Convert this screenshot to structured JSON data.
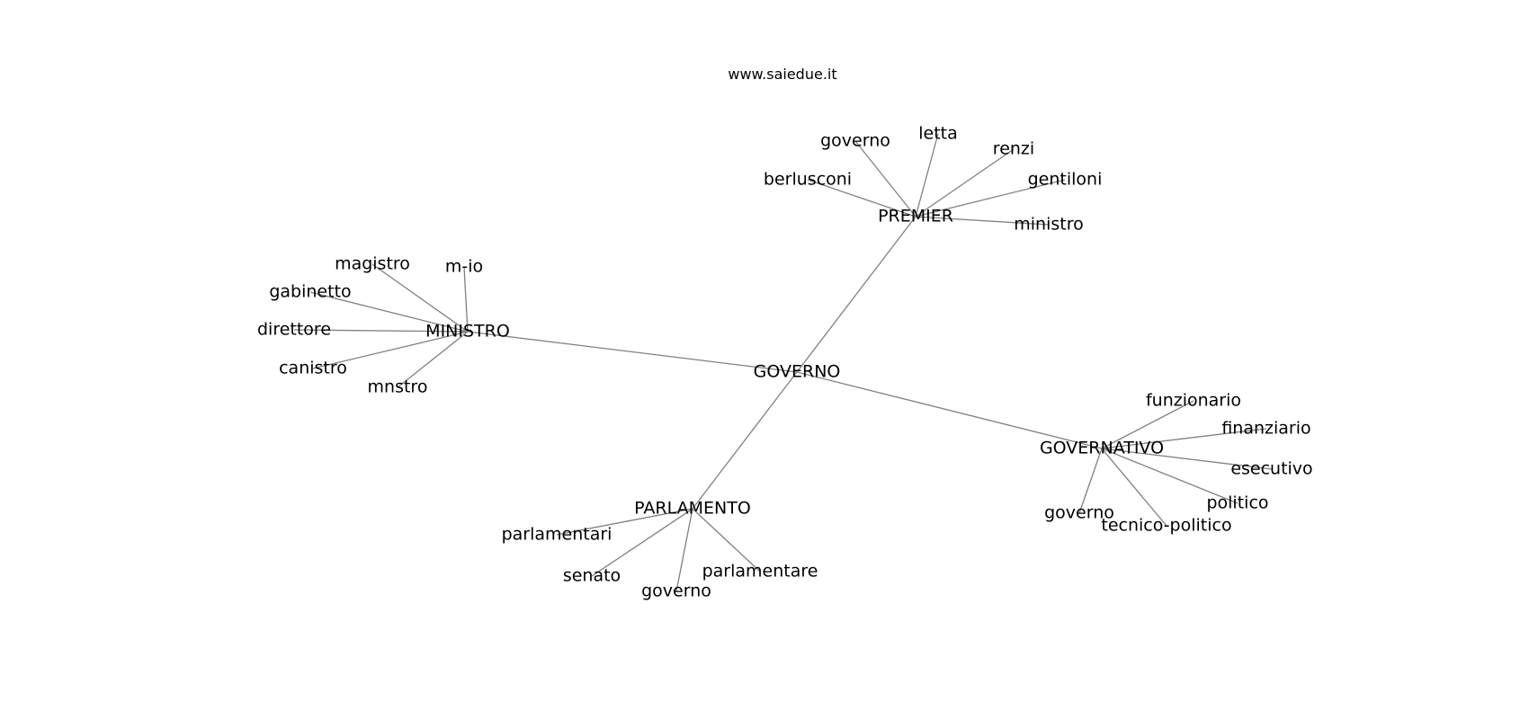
{
  "site": "www.saiedue.it",
  "colors": {
    "edge": "#808080",
    "text": "#000000",
    "background": "#ffffff"
  },
  "graph": {
    "root": {
      "id": "governo_root",
      "label": "GOVERNO"
    },
    "hubs": [
      {
        "id": "premier",
        "label": "PREMIER",
        "leaves": [
          {
            "id": "p_governo",
            "label": "governo"
          },
          {
            "id": "p_letta",
            "label": "letta"
          },
          {
            "id": "p_renzi",
            "label": "renzi"
          },
          {
            "id": "p_berlusconi",
            "label": "berlusconi"
          },
          {
            "id": "p_gentiloni",
            "label": "gentiloni"
          },
          {
            "id": "p_ministro",
            "label": "ministro"
          }
        ]
      },
      {
        "id": "ministro",
        "label": "MINISTRO",
        "leaves": [
          {
            "id": "m_magistro",
            "label": "magistro"
          },
          {
            "id": "m_mio",
            "label": "m-io"
          },
          {
            "id": "m_gabinetto",
            "label": "gabinetto"
          },
          {
            "id": "m_direttore",
            "label": "direttore"
          },
          {
            "id": "m_canistro",
            "label": "canistro"
          },
          {
            "id": "m_mnstro",
            "label": "mnstro"
          }
        ]
      },
      {
        "id": "governativo",
        "label": "GOVERNATIVO",
        "leaves": [
          {
            "id": "g_funzionario",
            "label": "funzionario"
          },
          {
            "id": "g_finanziario",
            "label": "finanziario"
          },
          {
            "id": "g_esecutivo",
            "label": "esecutivo"
          },
          {
            "id": "g_politico",
            "label": "politico"
          },
          {
            "id": "g_governo",
            "label": "governo"
          },
          {
            "id": "g_tecnico",
            "label": "tecnico-politico"
          }
        ]
      },
      {
        "id": "parlamento",
        "label": "PARLAMENTO",
        "leaves": [
          {
            "id": "pa_parlamentari",
            "label": "parlamentari"
          },
          {
            "id": "pa_senato",
            "label": "senato"
          },
          {
            "id": "pa_governo",
            "label": "governo"
          },
          {
            "id": "pa_parlamentare",
            "label": "parlamentare"
          }
        ]
      }
    ]
  }
}
